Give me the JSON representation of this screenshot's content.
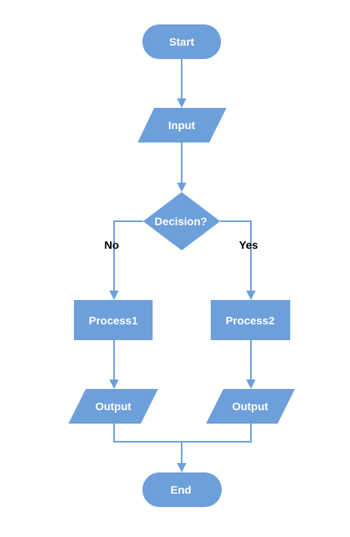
{
  "diagram": {
    "colors": {
      "node_fill": "#6d9fdb",
      "node_text": "#ffffff",
      "edge": "#6d9fdb",
      "edge_label": "#000000"
    },
    "nodes": {
      "start": {
        "label": "Start",
        "shape": "terminator"
      },
      "input": {
        "label": "Input",
        "shape": "parallelogram"
      },
      "decision": {
        "label": "Decision?",
        "shape": "diamond"
      },
      "process1": {
        "label": "Process1",
        "shape": "rectangle"
      },
      "process2": {
        "label": "Process2",
        "shape": "rectangle"
      },
      "output1": {
        "label": "Output",
        "shape": "parallelogram"
      },
      "output2": {
        "label": "Output",
        "shape": "parallelogram"
      },
      "end": {
        "label": "End",
        "shape": "terminator"
      }
    },
    "edges": {
      "no": {
        "label": "No",
        "from": "decision",
        "to": "process1"
      },
      "yes": {
        "label": "Yes",
        "from": "decision",
        "to": "process2"
      }
    },
    "connections": [
      [
        "start",
        "input"
      ],
      [
        "input",
        "decision"
      ],
      [
        "decision",
        "process1"
      ],
      [
        "decision",
        "process2"
      ],
      [
        "process1",
        "output1"
      ],
      [
        "process2",
        "output2"
      ],
      [
        "output1",
        "end"
      ],
      [
        "output2",
        "end"
      ]
    ]
  }
}
